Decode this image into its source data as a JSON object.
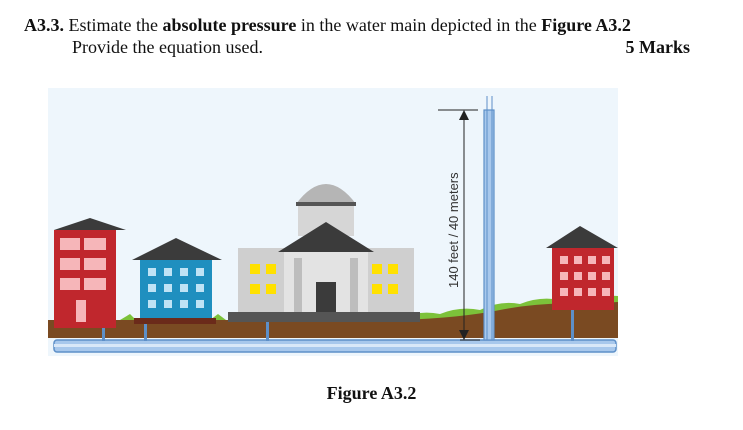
{
  "question": {
    "number": "A3.3.",
    "text_before_bold1": " Estimate the ",
    "bold1": "absolute pressure",
    "text_middle": " in the water main depicted in the ",
    "bold2": "Figure A3.2",
    "line2": "Provide the equation used.",
    "marks": "5 Marks"
  },
  "figure": {
    "height_label": "140 feet / 40 meters",
    "caption": "Figure A3.2",
    "colors": {
      "sky": "#e9f3fb",
      "ground": "#7a4a22",
      "grass": "#7cc23a",
      "pipe": "#a8c8ec",
      "red_building": "#c0272d",
      "teal_house": "#1f8fbf",
      "grey_building": "#c8c8c8",
      "roof": "#3b3b3b",
      "window_yellow": "#ffe100"
    }
  }
}
